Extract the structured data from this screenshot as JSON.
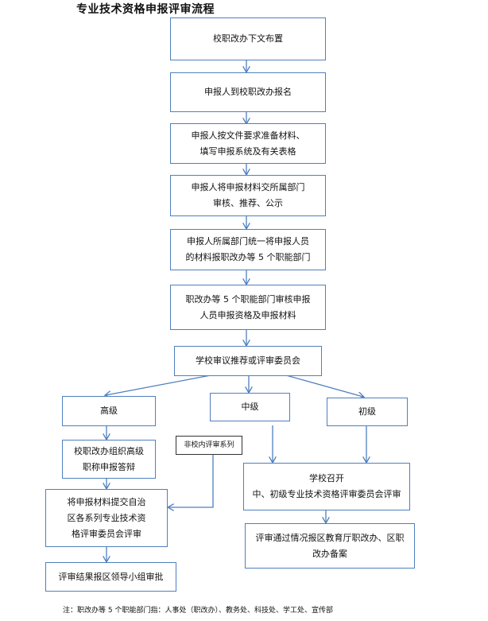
{
  "title": "专业技术资格申报评审流程",
  "steps": {
    "s1": "校职改办下文布置",
    "s2": "申报人到校职改办报名",
    "s3a": "申报人按文件要求准备材料、",
    "s3b": "填写申报系统及有关表格",
    "s4a": "申报人将申报材料交所属部门",
    "s4b": "审核、推荐、公示",
    "s5a": "申报人所属部门统一将申报人员",
    "s5b": "的材料报职改办等 5 个职能部门",
    "s6a": "职改办等 5 个职能部门审核申报",
    "s6b": "人员申报资格及申报材料",
    "s7": "学校审议推荐或评审委员会"
  },
  "levels": {
    "high": "高级",
    "mid": "中级",
    "junior": "初级"
  },
  "high_branch": {
    "h1a": "校职改办组织高级",
    "h1b": "职称申报答辩",
    "h2a": "将申报材料提交自治",
    "h2b": "区各系列专业技术资",
    "h2c": "格评审委员会评审",
    "h3": "评审结果报区领导小组审批"
  },
  "non_school_tag": "非校内评审系列",
  "mid_junior_branch": {
    "m1a": "学校召开",
    "m1b": "中、初级专业技术资格评审委员会评审",
    "m2a": "评审通过情况报区教育厅职改办、区职",
    "m2b": "改办备案"
  },
  "footnote": "注：职改办等 5 个职能部门指：人事处（职改办）、教务处、科技处、学工处、宣传部",
  "colors": {
    "box_border": "#4f7fbf",
    "arrow": "#4f7fbf"
  }
}
